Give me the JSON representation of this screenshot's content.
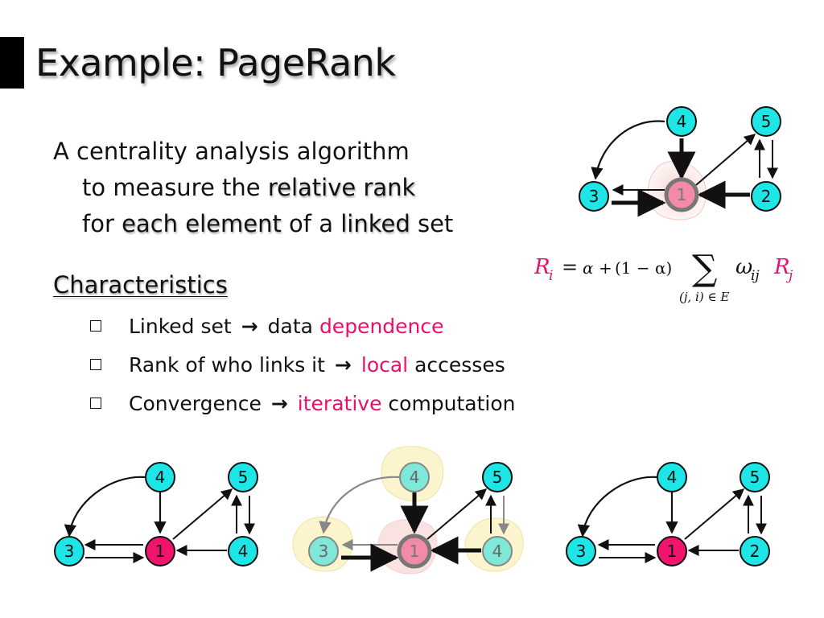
{
  "slide": {
    "title": "Example: PageRank",
    "intro": {
      "line1": "A centrality analysis algorithm",
      "line2_prefix": "to measure the ",
      "line2_bold": "relative rank",
      "line3_prefix": "for ",
      "line3_bold1": "each element",
      "line3_mid": " of a ",
      "line3_bold2": "linked",
      "line3_suffix": " set"
    },
    "characteristics_heading": "Characteristics",
    "bullets": [
      {
        "left": "Linked set",
        "arrow": "→",
        "plain": "data ",
        "highlight": "dependence",
        "rest": ""
      },
      {
        "left": "Rank of who links it",
        "arrow": "→",
        "plain": "",
        "highlight": "local",
        "rest": " accesses"
      },
      {
        "left": "Convergence",
        "arrow": "→",
        "plain": "",
        "highlight": "iterative",
        "rest": " computation"
      }
    ],
    "formula": {
      "lhs": "R",
      "lhs_sub": "i",
      "eq": "=",
      "alpha": "α",
      "plus": "+",
      "paren": "(1 − α)",
      "sum": "∑",
      "sum_sub": "(j, i) ∈ E",
      "omega": "ω",
      "omega_sub": "ij",
      "rhs": "R",
      "rhs_sub": "j"
    },
    "colors": {
      "node_cyan": "#1ee6e6",
      "node_pink": "#f0146e",
      "node_pink_faded": "#f28aa8",
      "node_cyan_faded": "#7fe8d8",
      "highlight_text": "#e8106e",
      "formula_red": "#e8106e"
    },
    "graphs": {
      "top": {
        "labels": {
          "n4": "4",
          "n5": "5",
          "n3": "3",
          "n1": "1",
          "n2": "2"
        }
      },
      "bottom_left": {
        "labels": {
          "n4": "4",
          "n5": "5",
          "n3": "3",
          "n1": "1",
          "n2": "4"
        }
      },
      "bottom_mid": {
        "labels": {
          "n4": "4",
          "n5": "5",
          "n3": "3",
          "n1": "1",
          "n2": "4"
        }
      },
      "bottom_right": {
        "labels": {
          "n4": "4",
          "n5": "5",
          "n3": "3",
          "n1": "1",
          "n2": "2"
        }
      }
    }
  }
}
